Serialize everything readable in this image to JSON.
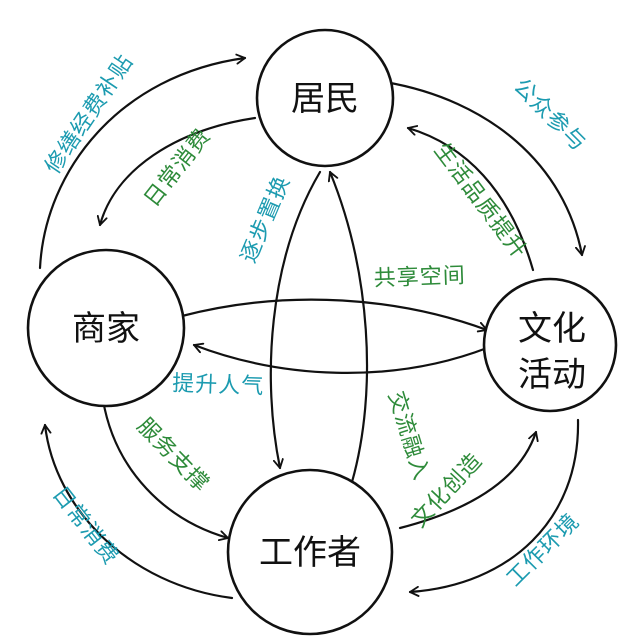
{
  "colors": {
    "ink": "#111111",
    "teal": "#1c9bb0",
    "green": "#2e8b3a"
  },
  "nodes": {
    "residents": "居民",
    "merchants": "商家",
    "culture_line1": "文化",
    "culture_line2": "活动",
    "workers": "工作者"
  },
  "edges": {
    "repair_subsidy": "修缮经费补贴",
    "daily_consumption_top": "日常消费",
    "public_participation": "公众参与",
    "quality_improvement": "生活品质提升",
    "gradual_replacement": "逐步置换",
    "shared_space": "共享空间",
    "boost_popularity": "提升人气",
    "communication_integration": "交流融入",
    "service_support": "服务支撑",
    "daily_consumption_bottom": "日常消费",
    "cultural_creation": "文化创造",
    "work_environment": "工作环境"
  }
}
